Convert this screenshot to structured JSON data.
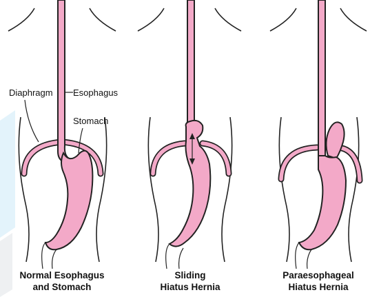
{
  "labels": {
    "diaphragm": "Diaphragm",
    "esophagus": "Esophagus",
    "stomach": "Stomach"
  },
  "panels": [
    {
      "caption_line1": "Normal Esophagus",
      "caption_line2": "and Stomach"
    },
    {
      "caption_line1": "Sliding",
      "caption_line2": "Hiatus Hernia"
    },
    {
      "caption_line1": "Paraesophageal",
      "caption_line2": "Hiatus Hernia"
    }
  ],
  "colors": {
    "tissue": "#f3a9c8",
    "outline": "#222222",
    "watermark": "#e3f3fb"
  }
}
